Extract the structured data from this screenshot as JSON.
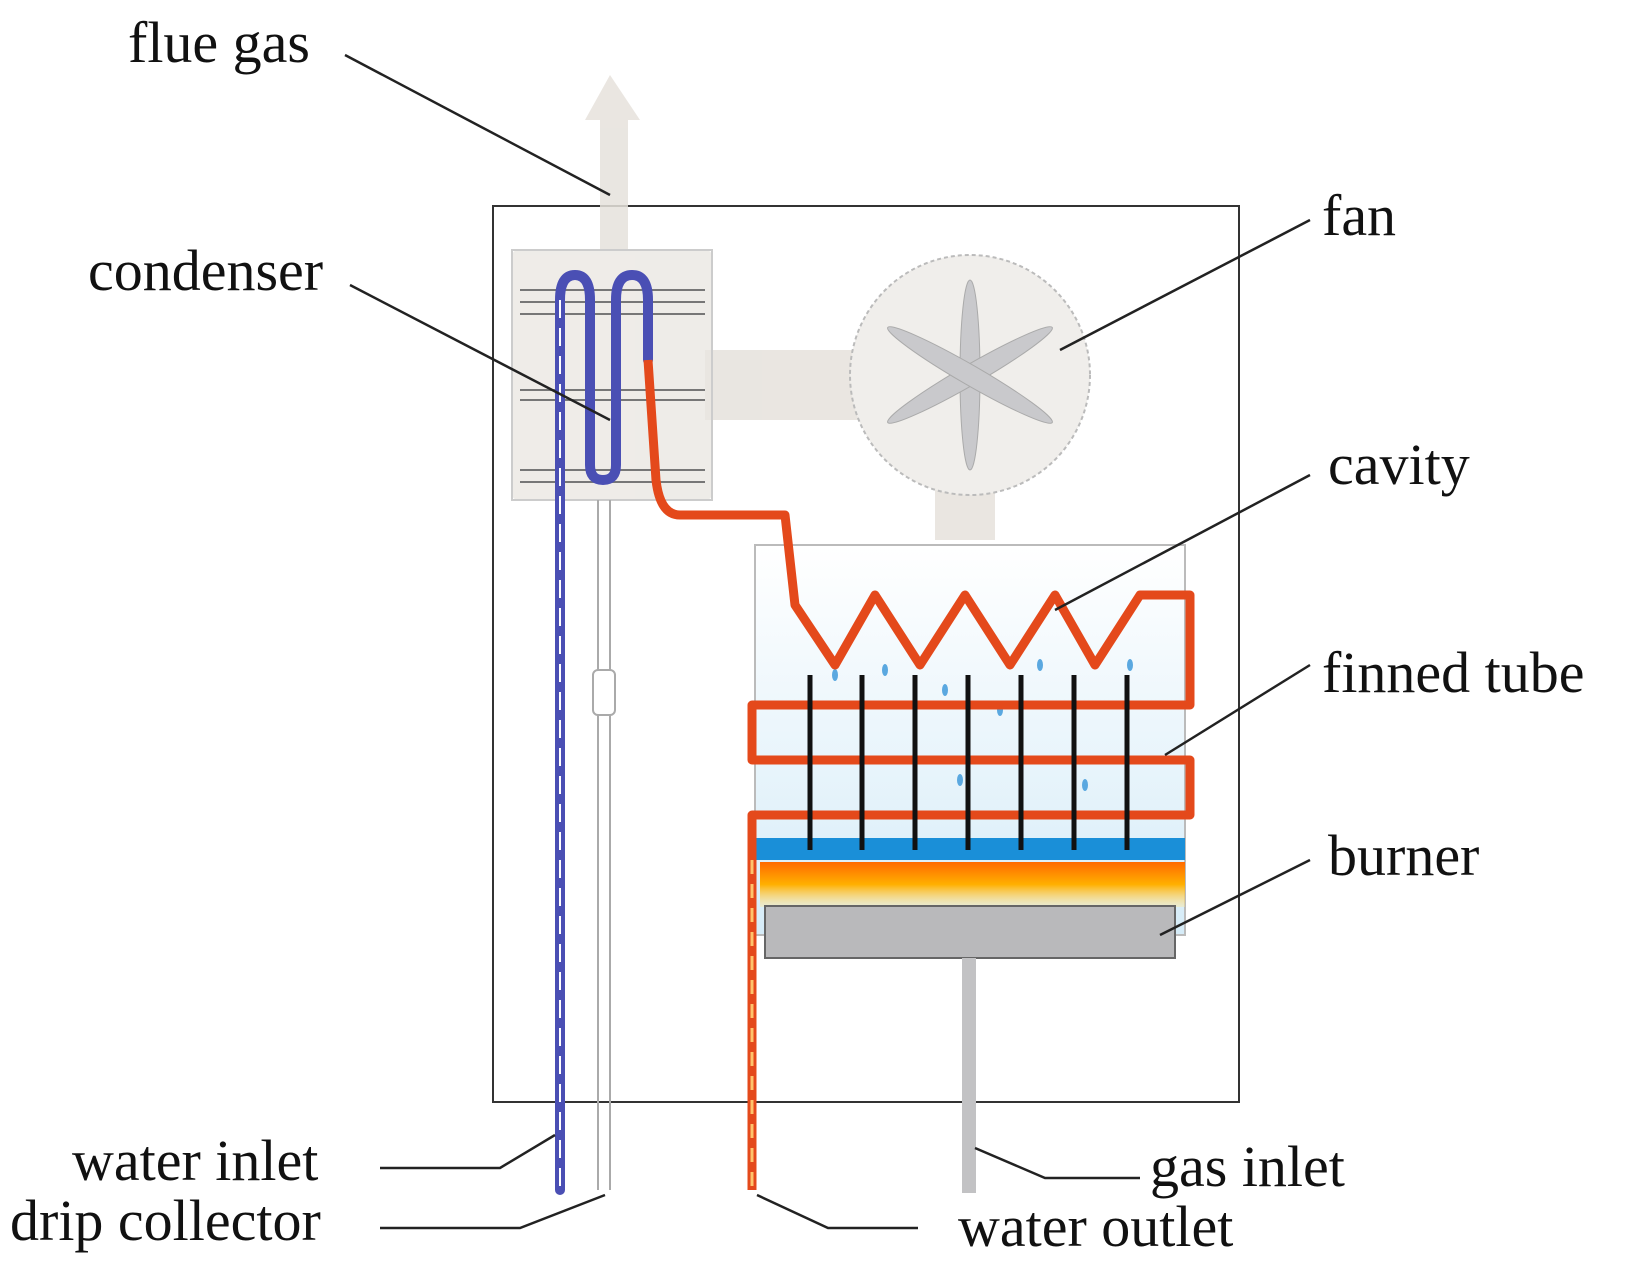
{
  "labels": {
    "flue_gas": "flue gas",
    "condenser": "condenser",
    "fan": "fan",
    "cavity": "cavity",
    "finned_tube": "finned tube",
    "burner": "burner",
    "water_inlet": "water inlet",
    "drip_collector": "drip collector",
    "gas_inlet": "gas inlet",
    "water_outlet": "water outlet"
  },
  "colors": {
    "hot_water": "#e4491b",
    "cold_water": "#4a4fb4",
    "water_pool": "#1a8fd8",
    "flame": "#ffb000",
    "burner_plate": "#b9b9bb",
    "gas_flow": "#e6e2dc",
    "fin": "#111111",
    "casing": "#333333"
  }
}
